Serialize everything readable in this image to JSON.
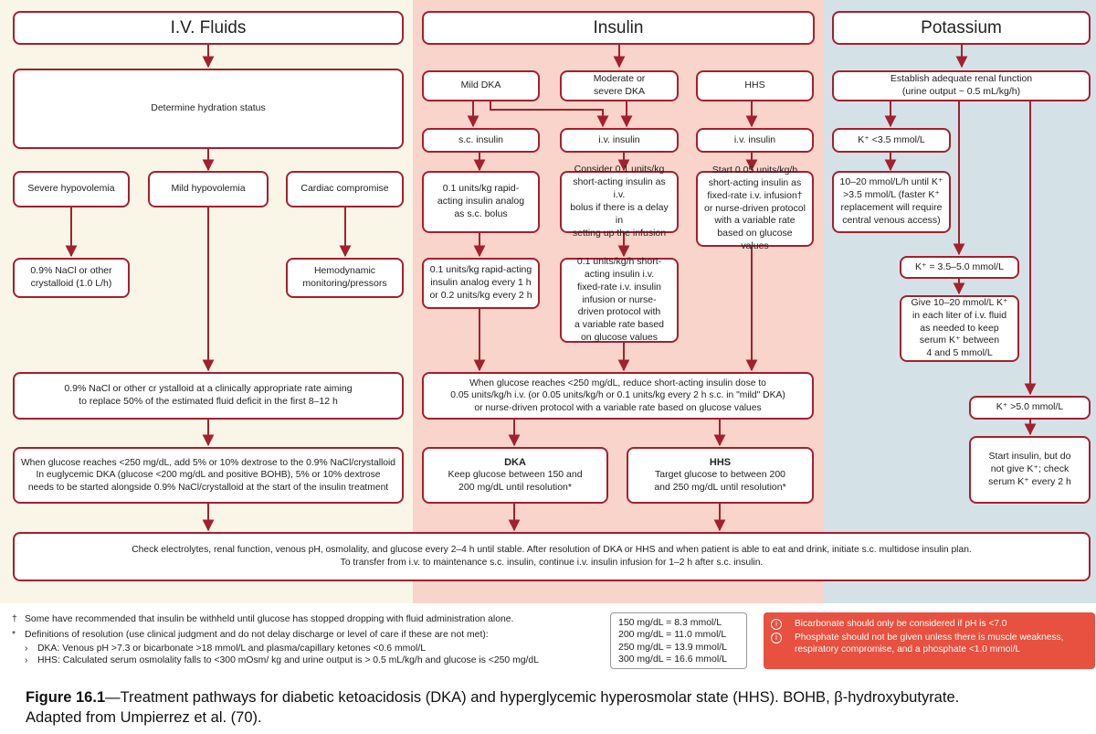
{
  "columns": {
    "fluids": {
      "header": "I.V. Fluids",
      "hydration": "Determine hydration status",
      "severe": "Severe hypovolemia",
      "mild": "Mild hypovolemia",
      "cardiac": "Cardiac compromise",
      "nacl_lines": [
        "0.9% NaCl or other",
        "crystalloid (1.0 L/h)"
      ],
      "hemo_lines": [
        "Hemodynamic",
        "monitoring/pressors"
      ],
      "replace_lines": [
        "0.9% NaCl or other cr ystalloid at a clinically appropriate rate aiming",
        "to replace 50% of the estimated fluid deficit in the first 8–12 h"
      ],
      "dextrose_lines": [
        "When glucose reaches <250 mg/dL, add 5% or 10% dextrose to the 0.9% NaCl/crystalloid",
        "In euglycemic DKA (glucose <200 mg/dL and positive BOHB), 5% or 10% dextrose",
        "needs to be started alongside 0.9% NaCl/crystalloid at the start of the insulin treatment"
      ]
    },
    "insulin": {
      "header": "Insulin",
      "mild_dka": "Mild DKA",
      "mod_lines": [
        "Moderate or",
        "severe DKA"
      ],
      "hhs": "HHS",
      "sc": "s.c. insulin",
      "iv1": "i.v. insulin",
      "iv2": "i.v. insulin",
      "bolus_lines": [
        "0.1 units/kg rapid-",
        "acting insulin analog",
        "as s.c. bolus"
      ],
      "consider_lines": [
        "Consider 0.1 units/kg",
        "short-acting insulin as i.v.",
        "bolus if there is a delay in",
        "setting up the infusion"
      ],
      "start_lines": [
        "Start 0.05 units/kg/h",
        "short-acting insulin as",
        "fixed-rate i.v. infusion†",
        "or nurse-driven protocol",
        "with a variable rate",
        "based on glucose values"
      ],
      "rapid_lines": [
        "0.1 units/kg rapid-acting",
        "insulin analog every 1 h",
        "or 0.2 units/kg every 2 h"
      ],
      "short_lines": [
        "0.1 units/kg/h short-",
        "acting insulin i.v.",
        "fixed-rate i.v. insulin",
        "infusion or nurse-",
        "driven protocol with",
        "a variable rate based",
        "on glucose values"
      ],
      "reduce_lines": [
        "When glucose reaches <250 mg/dL, reduce short-acting insulin dose to",
        "0.05 units/kg/h i.v. (or 0.05 units/kg/h or 0.1 units/kg every 2 h s.c. in \"mild\" DKA)",
        "or nurse-driven protocol with a variable rate based on glucose values"
      ],
      "dka_title": "DKA",
      "dka_lines": [
        "Keep glucose between 150 and",
        "200 mg/dL until resolution*"
      ],
      "hhs_title": "HHS",
      "hhs_lines": [
        "Target glucose to between 200",
        "and 250 mg/dL until resolution*"
      ]
    },
    "potassium": {
      "header": "Potassium",
      "renal_lines": [
        "Establish adequate renal function",
        "(urine output ~ 0.5 mL/kg/h)"
      ],
      "k_low": "K⁺ <3.5 mmol/L",
      "k_low_tx_lines": [
        "10–20 mmol/L/h until K⁺",
        ">3.5 mmol/L (faster K⁺",
        "replacement will require",
        "central venous access)"
      ],
      "k_mid": "K⁺ = 3.5–5.0 mmol/L",
      "k_mid_tx_lines": [
        "Give 10–20 mmol/L K⁺",
        "in each liter of i.v. fluid",
        "as needed to keep",
        "serum K⁺ between",
        "4 and 5 mmol/L"
      ],
      "k_high": "K⁺ >5.0 mmol/L",
      "k_high_tx_lines": [
        "Start insulin, but do",
        "not give K⁺; check",
        "serum K⁺ every 2 h"
      ]
    }
  },
  "check_lines": [
    "Check electrolytes, renal function, venous pH, osmolality, and glucose every 2–4 h until stable. After resolution of DKA or HHS and when patient is able to eat and drink, initiate s.c. multidose insulin plan.",
    "To transfer from i.v. to maintenance s.c. insulin, continue i.v. insulin infusion for 1–2 h after s.c. insulin."
  ],
  "footnotes": {
    "dagger_sym": "†",
    "dagger": "Some have recommended that insulin be withheld until glucose has stopped dropping with fluid administration alone.",
    "star_sym": "*",
    "star": "Definitions of resolution (use clinical judgment and do not delay discharge or level of care if these are not met):",
    "bullet": "›",
    "dka_label": "DKA:",
    "dka_text": "Venous pH >7.3 or bicarbonate >18 mmol/L and plasma/capillary ketones <0.6 mmol/L",
    "hhs_label": "HHS:",
    "hhs_text": "Calculated serum osmolality falls to <300 mOsm/ kg and urine output is > 0.5 mL/kg/h and glucose is <250 mg/dL"
  },
  "conversions": [
    "150 mg/dL = 8.3 mmol/L",
    "200 mg/dL = 11.0 mmol/L",
    "250 mg/dL = 13.9 mmol/L",
    "300 mg/dL = 16.6 mmol/L"
  ],
  "warnings": {
    "icon": "info-circle-icon",
    "items": [
      {
        "lines": [
          "Bicarbonate should only be considered if pH is <7.0"
        ]
      },
      {
        "lines": [
          "Phosphate should not be given unless there is muscle weakness,",
          "respiratory compromise, and a phosphate <1.0 mmol/L"
        ]
      }
    ]
  },
  "caption": {
    "label": "Figure 16.1",
    "text1": "—Treatment pathways for diabetic ketoacidosis (DKA) and hyperglycemic hyperosmolar state (HHS). BOHB, ",
    "beta": "β",
    "text2": "-hydroxybutyrate.",
    "text3": "Adapted from Umpierrez et al. (70)."
  },
  "colors": {
    "accent": "#a4202e",
    "fluids_bg": "#f9f6e8",
    "insulin_bg": "#f9d4ca",
    "potassium_bg": "#d4e2e8",
    "warning": "#e8503f"
  }
}
